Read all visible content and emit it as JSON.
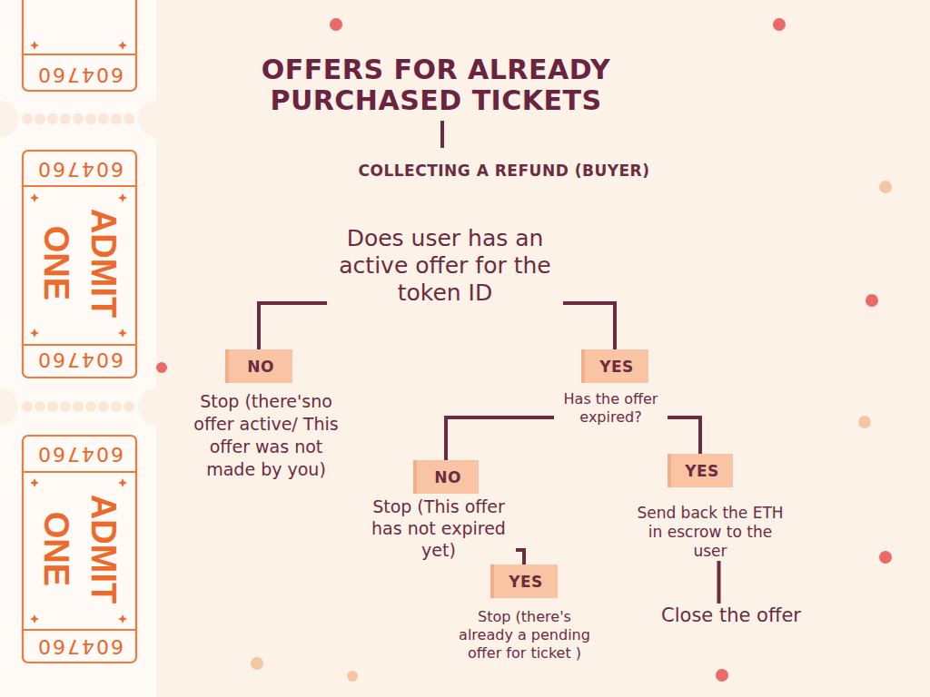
{
  "diagram": {
    "title": "OFFERS FOR ALREADY PURCHASED TICKETS",
    "nodes": [
      {
        "text": [
          "Does user has an active offer for the token ID"
        ]
      },
      {
        "text": [
          "NO"
        ]
      },
      {
        "text": [
          "Stop (there'sno offer active/ This offer was not made by you)"
        ]
      },
      {
        "text": [
          "YES"
        ]
      },
      {
        "text": [
          "Has the offer expired?"
        ]
      },
      {
        "text": [
          "NO"
        ]
      },
      {
        "text": [
          "Stop (This offer has not expired yet)"
        ]
      },
      {
        "text": [
          "YES"
        ]
      },
      {
        "text": [
          "Stop (there's already a pending offer for ticket )"
        ]
      },
      {
        "text": [
          "YES"
        ]
      },
      {
        "text": [
          "Send back the ETH in escrow to the user"
        ]
      },
      {
        "text": [
          "Close the offer"
        ]
      }
    ],
    "edges": [
      {
        "from": 0,
        "to": 1,
        "arrow": "none"
      },
      {
        "from": 0,
        "to": 3,
        "arrow": "none"
      },
      {
        "from": 4,
        "to": 5,
        "arrow": "none"
      },
      {
        "from": 4,
        "to": 9,
        "arrow": "none"
      },
      {
        "from": 6,
        "to": 7,
        "arrow": "none"
      },
      {
        "from": 10,
        "to": 11,
        "arrow": "none"
      }
    ],
    "labels": [
      "COLLECTING A REFUND (BUYER)",
      "604760",
      "604760",
      "ADMIT ONE",
      "604760",
      "604760",
      "ADMIT ONE",
      "604760"
    ]
  }
}
